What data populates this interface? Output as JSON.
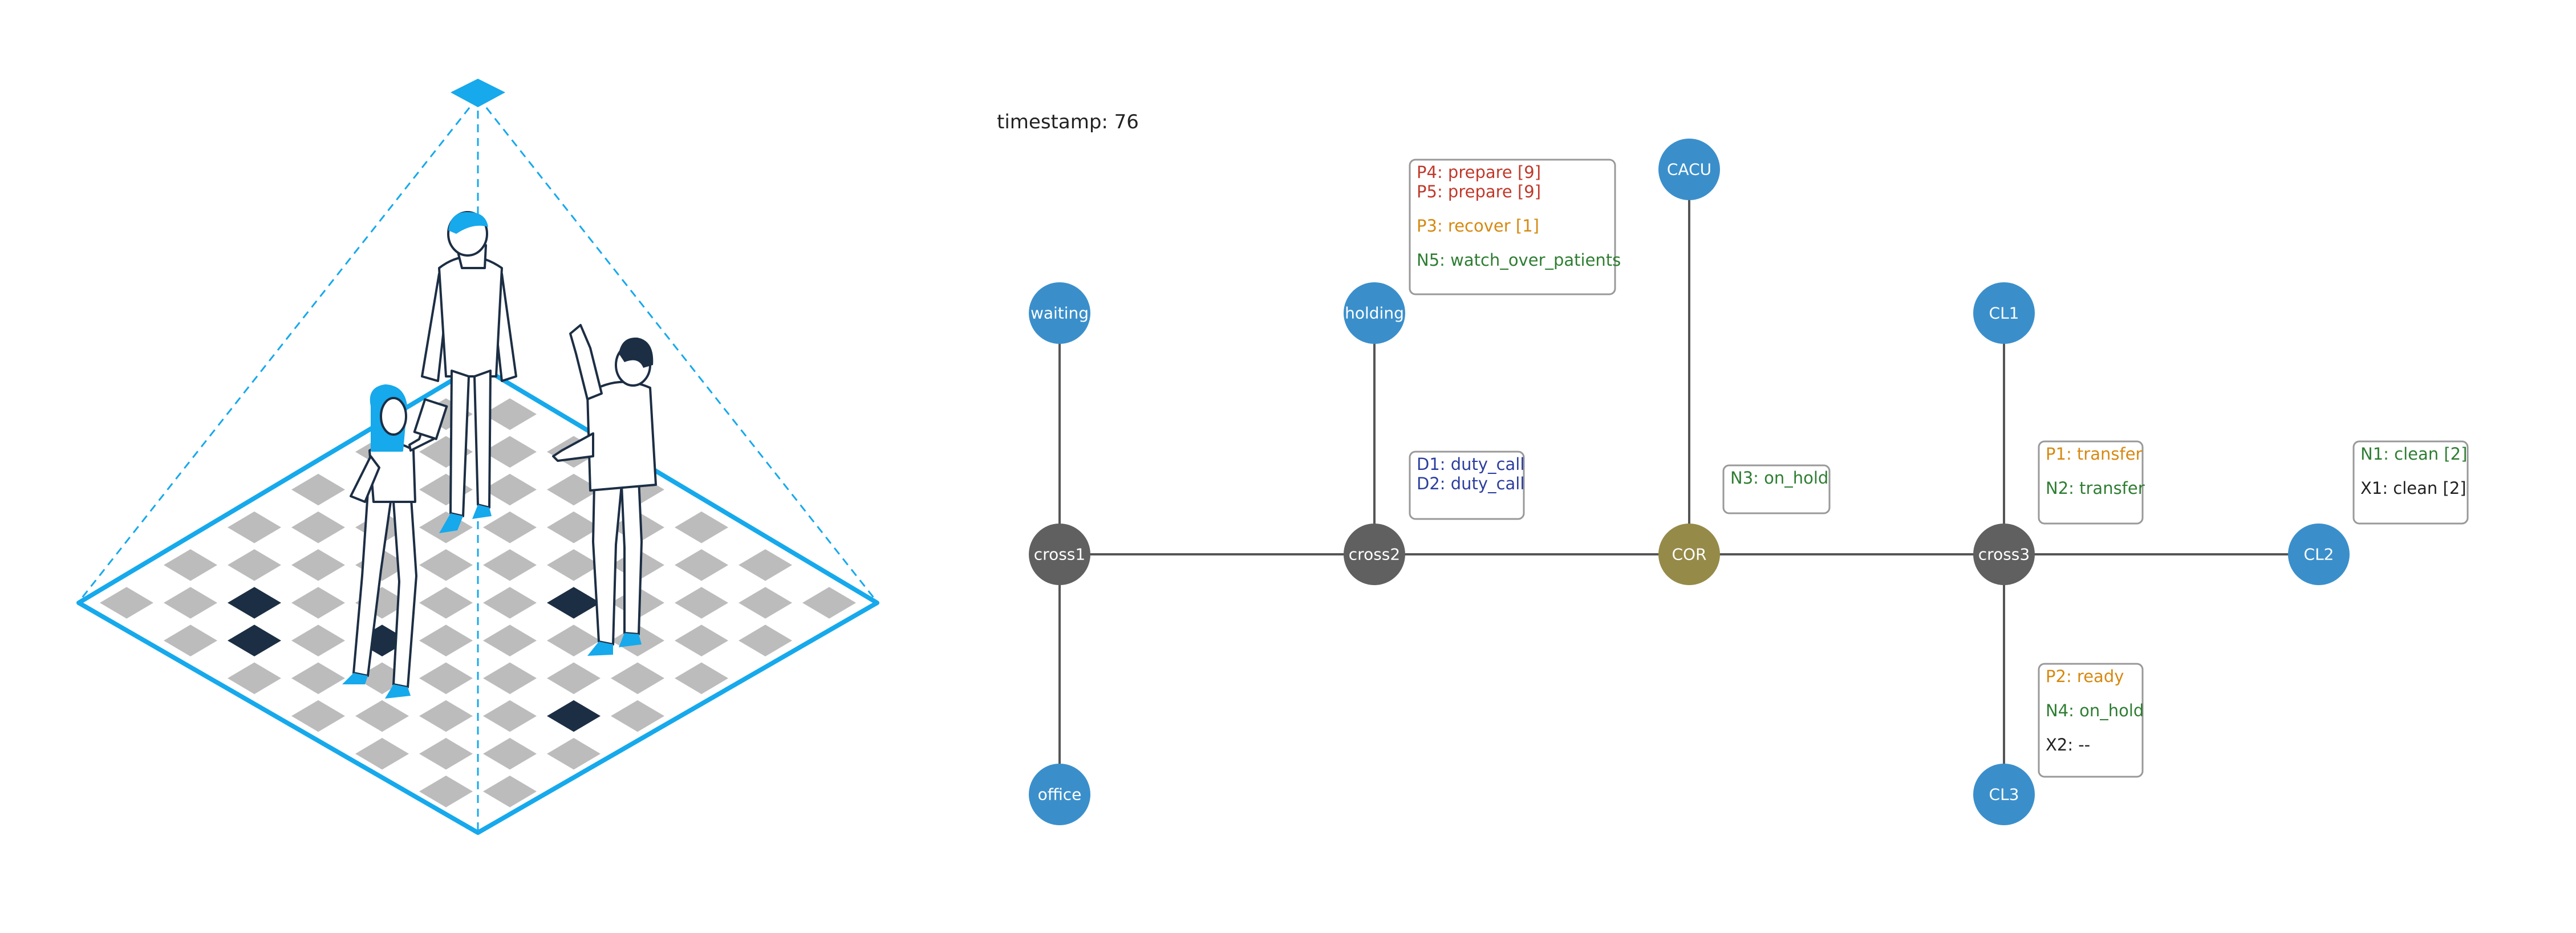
{
  "timestamp": "timestamp: 76",
  "colors": {
    "room_node": "#3a8fcb",
    "cross_node": "#606060",
    "cor_node": "#958a48",
    "edge": "#555555",
    "box_border": "#999999",
    "red": "#c0392b",
    "orange": "#d68910",
    "green": "#2e7d32",
    "blue": "#2c3e9f",
    "black": "#222222",
    "illustration_blue": "#16a9ec",
    "illustration_dark": "#1c2e44",
    "tile_gray": "#bcbcbc"
  },
  "nodes": [
    {
      "id": "waiting",
      "label": "waiting",
      "kind": "room"
    },
    {
      "id": "holding",
      "label": "holding",
      "kind": "room"
    },
    {
      "id": "CACU",
      "label": "CACU",
      "kind": "room"
    },
    {
      "id": "CL1",
      "label": "CL1",
      "kind": "room"
    },
    {
      "id": "cross1",
      "label": "cross1",
      "kind": "cross"
    },
    {
      "id": "cross2",
      "label": "cross2",
      "kind": "cross"
    },
    {
      "id": "COR",
      "label": "COR",
      "kind": "cor"
    },
    {
      "id": "cross3",
      "label": "cross3",
      "kind": "cross"
    },
    {
      "id": "CL2",
      "label": "CL2",
      "kind": "room"
    },
    {
      "id": "office",
      "label": "office",
      "kind": "room"
    },
    {
      "id": "CL3",
      "label": "CL3",
      "kind": "room"
    }
  ],
  "edges": [
    [
      "waiting",
      "cross1"
    ],
    [
      "holding",
      "cross2"
    ],
    [
      "CACU",
      "COR"
    ],
    [
      "CL1",
      "cross3"
    ],
    [
      "cross1",
      "cross2"
    ],
    [
      "cross2",
      "COR"
    ],
    [
      "COR",
      "cross3"
    ],
    [
      "cross3",
      "CL2"
    ],
    [
      "cross1",
      "office"
    ],
    [
      "cross3",
      "CL3"
    ]
  ],
  "boxes": [
    {
      "id": "holding-box",
      "lines": [
        {
          "text": "P4: prepare [9]",
          "color": "red",
          "gap": false
        },
        {
          "text": "P5: prepare [9]",
          "color": "red",
          "gap": false
        },
        {
          "text": "P3: recover [1]",
          "color": "orange",
          "gap": true
        },
        {
          "text": "N5: watch_over_patients",
          "color": "green",
          "gap": true
        }
      ]
    },
    {
      "id": "cross2-box",
      "lines": [
        {
          "text": "D1: duty_call",
          "color": "blue",
          "gap": false
        },
        {
          "text": "D2: duty_call",
          "color": "blue",
          "gap": false
        }
      ]
    },
    {
      "id": "cor-box",
      "lines": [
        {
          "text": "N3: on_hold",
          "color": "green",
          "gap": false
        }
      ]
    },
    {
      "id": "cross3-box",
      "lines": [
        {
          "text": "P1: transfer",
          "color": "orange",
          "gap": false
        },
        {
          "text": "N2: transfer",
          "color": "green",
          "gap": true
        }
      ]
    },
    {
      "id": "cl2-box",
      "lines": [
        {
          "text": "N1: clean [2]",
          "color": "green",
          "gap": false
        },
        {
          "text": "X1: clean [2]",
          "color": "black",
          "gap": true
        }
      ]
    },
    {
      "id": "cl3-box",
      "lines": [
        {
          "text": "P2: ready",
          "color": "orange",
          "gap": false
        },
        {
          "text": "N4: on_hold",
          "color": "green",
          "gap": true
        },
        {
          "text": "X2: --",
          "color": "black",
          "gap": true
        }
      ]
    }
  ],
  "illustration": {
    "name": "isometric-room-illustration",
    "figures": [
      "standing-man",
      "woman-with-tablet",
      "waving-man"
    ]
  }
}
